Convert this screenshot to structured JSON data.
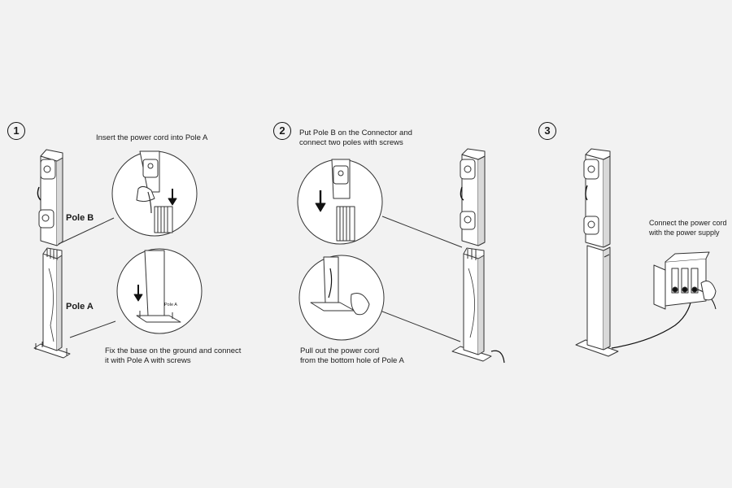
{
  "steps": [
    {
      "number": "1",
      "caption_top": "Insert the power cord into Pole A",
      "caption_bottom": [
        "Fix the base on the ground and connect",
        "it with Pole A with screws"
      ],
      "pole_b_label": "Pole B",
      "pole_a_label": "Pole A",
      "inset_pole_label": "Pole A"
    },
    {
      "number": "2",
      "caption_top": [
        "Put Pole B on the Connector and",
        "connect two poles with screws"
      ],
      "caption_bottom": [
        "Pull out the power cord",
        "from the bottom hole of Pole A"
      ]
    },
    {
      "number": "3",
      "caption_side": [
        "Connect the power cord",
        "with the power supply"
      ]
    }
  ],
  "colors": {
    "background": "#f2f2f2",
    "line": "#333333",
    "fill": "#ffffff",
    "shade": "#d9d9d9"
  }
}
